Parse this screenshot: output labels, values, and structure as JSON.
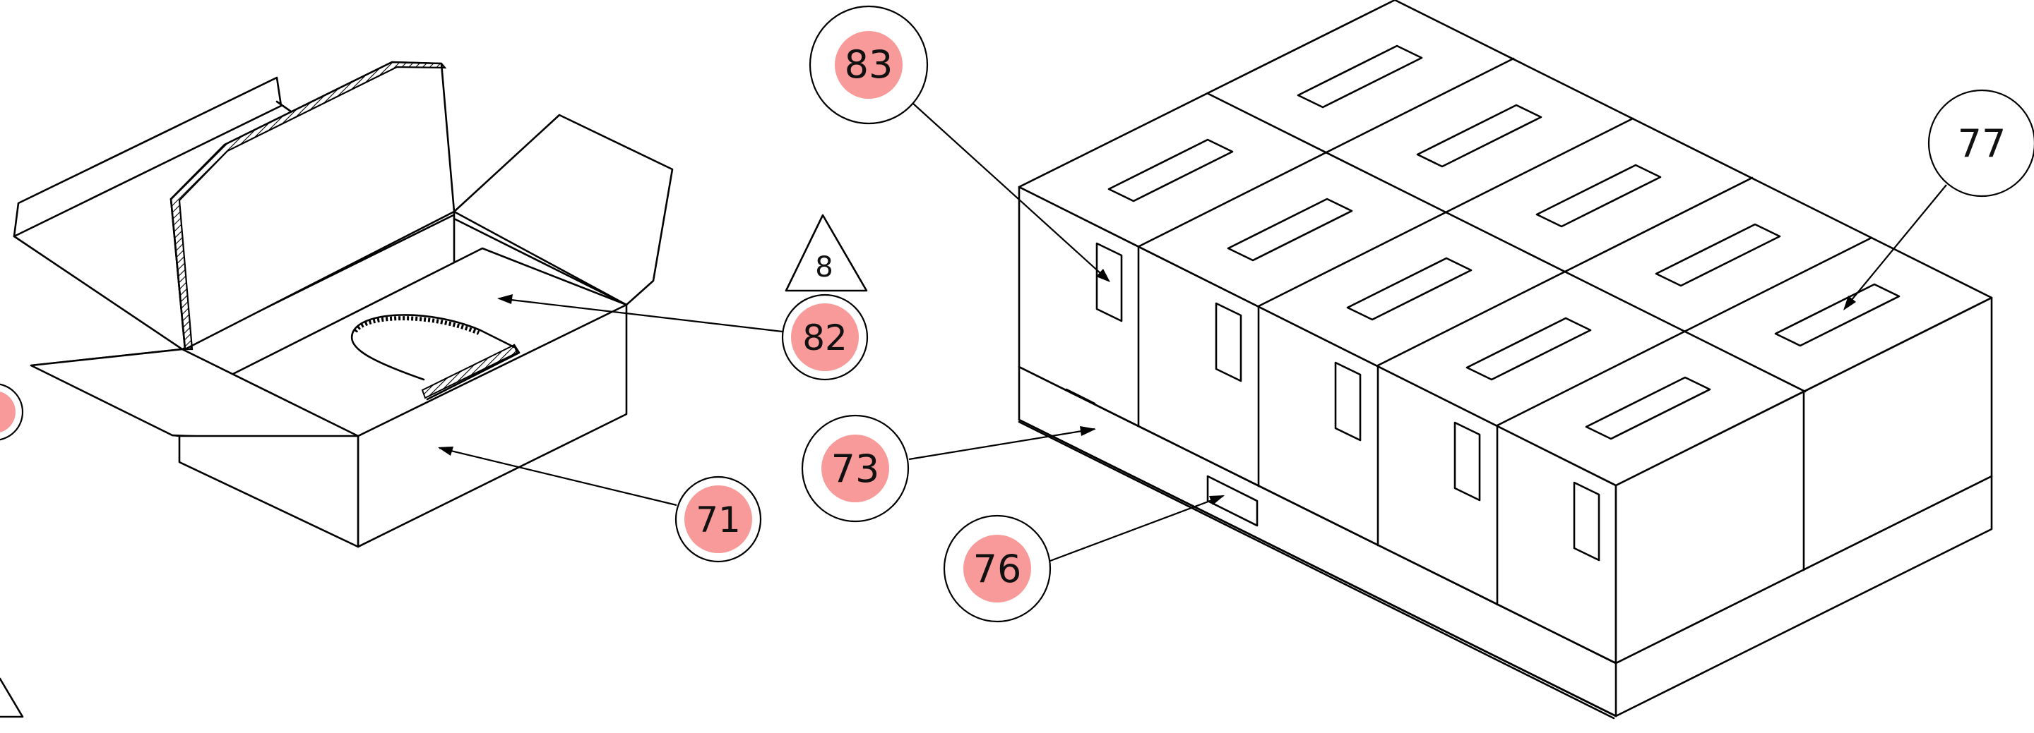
{
  "colors": {
    "line": "#000000",
    "highlight": "#f99a9a",
    "background": "#ffffff"
  },
  "callouts": [
    {
      "key": "83",
      "label": "83",
      "highlighted": true
    },
    {
      "key": "77",
      "label": "77",
      "highlighted": false
    },
    {
      "key": "82",
      "label": "82",
      "highlighted": true
    },
    {
      "key": "73",
      "label": "73",
      "highlighted": true
    },
    {
      "key": "71",
      "label": "71",
      "highlighted": true
    },
    {
      "key": "76",
      "label": "76",
      "highlighted": true
    }
  ],
  "triangle_marks": [
    {
      "label": "8"
    }
  ]
}
